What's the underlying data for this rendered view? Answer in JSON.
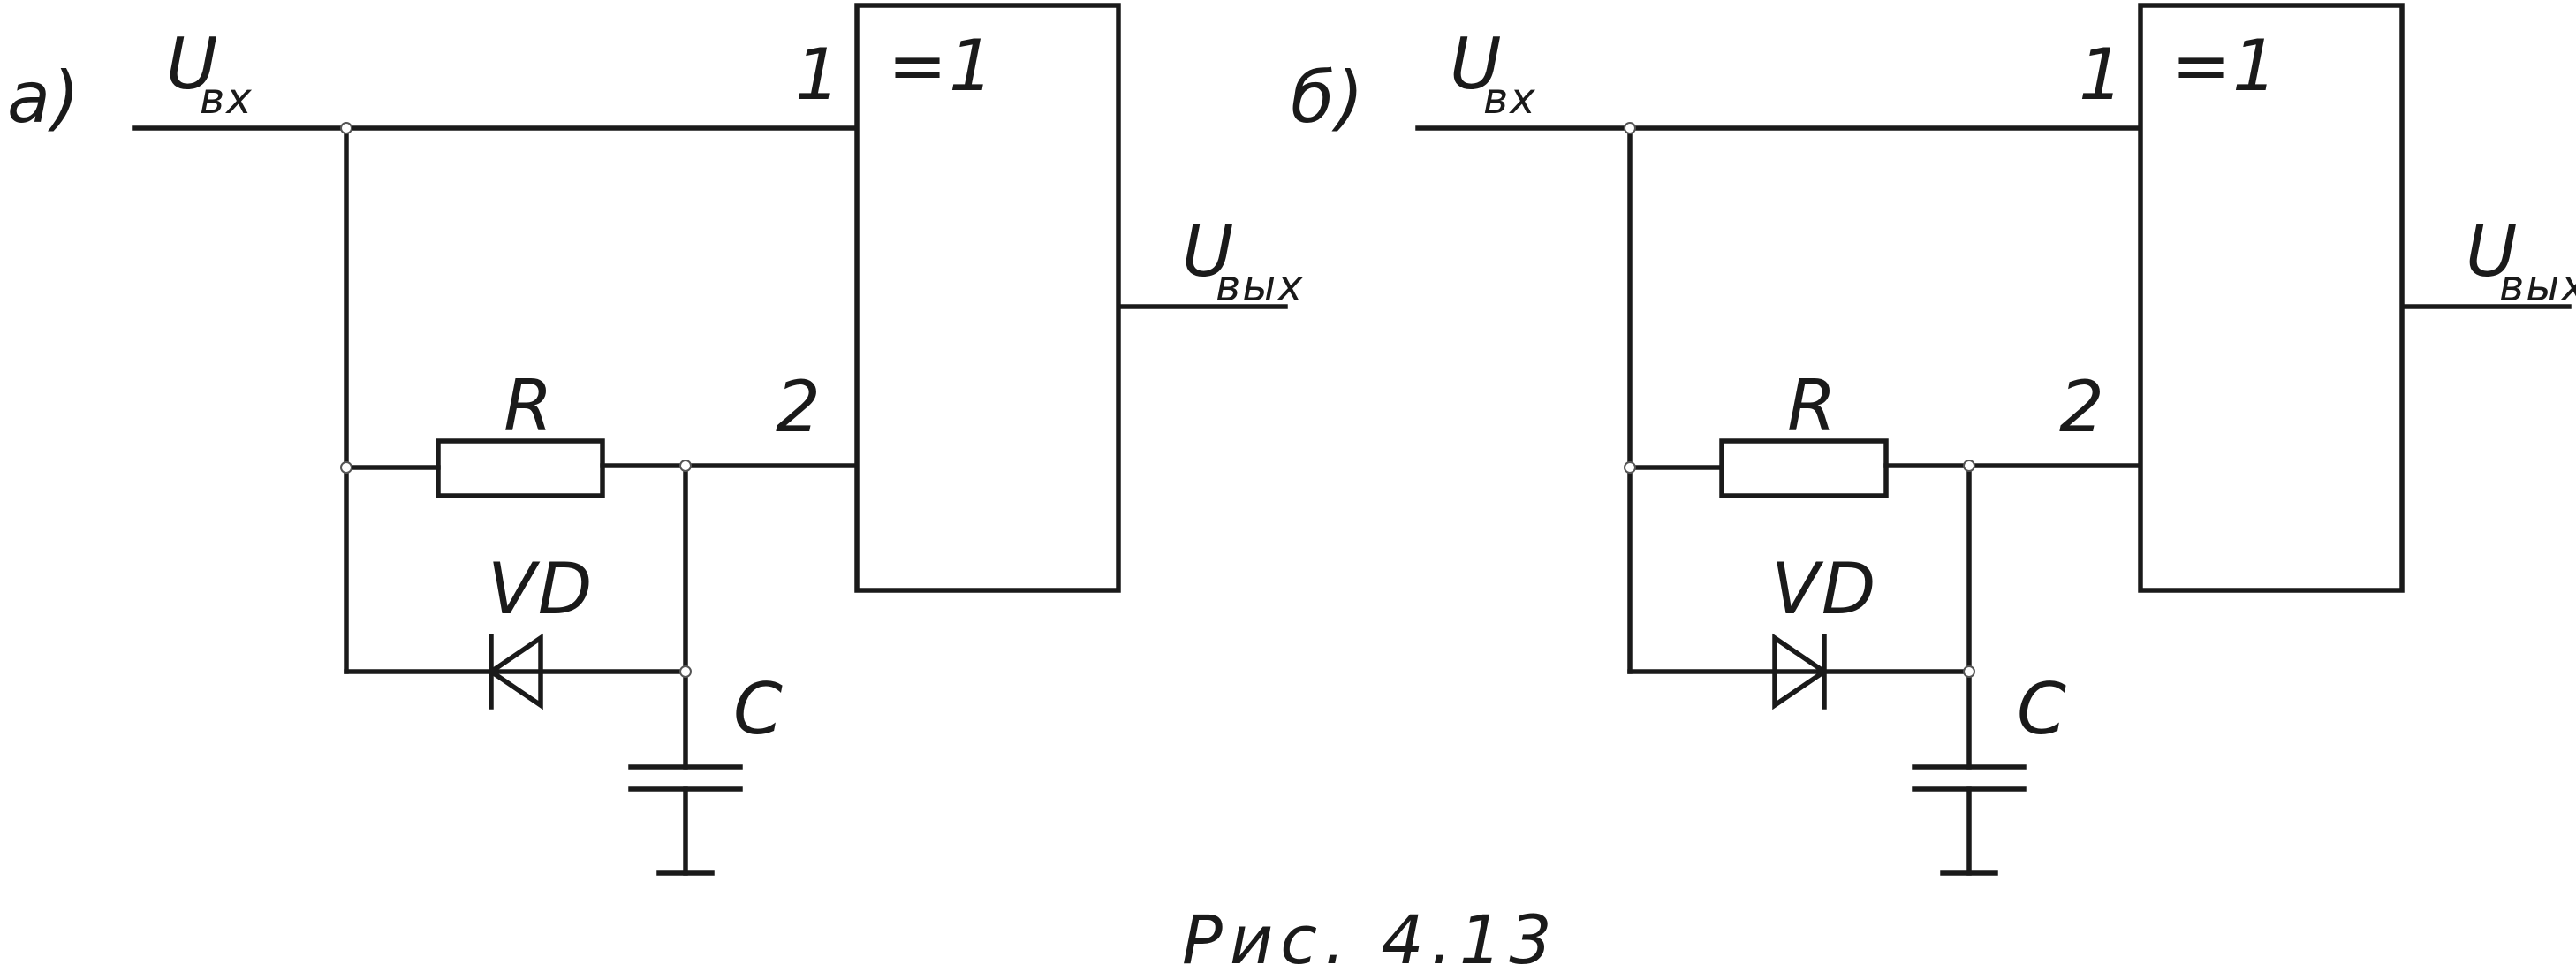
{
  "circuits": [
    {
      "panel_label": "а)",
      "input_label": {
        "main": "U",
        "sub": "вх"
      },
      "output_label": {
        "main": "U",
        "sub": "вых"
      },
      "gate_symbol": "=1",
      "pin_1": "1",
      "pin_2": "2",
      "resistor_label": "R",
      "diode_label": "VD",
      "diode_direction": "left",
      "capacitor_label": "C"
    },
    {
      "panel_label": "б)",
      "input_label": {
        "main": "U",
        "sub": "вх"
      },
      "output_label": {
        "main": "U",
        "sub": "вых"
      },
      "gate_symbol": "=1",
      "pin_1": "1",
      "pin_2": "2",
      "resistor_label": "R",
      "diode_label": "VD",
      "diode_direction": "right",
      "capacitor_label": "C"
    }
  ],
  "caption": "Рис. 4.13"
}
